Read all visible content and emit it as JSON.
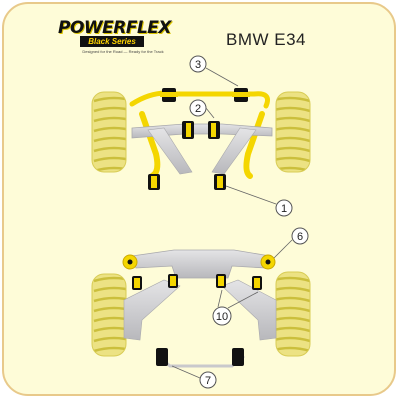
{
  "brand": {
    "name": "POWERFLEX",
    "subline": "Black Series",
    "tagline": "Designed for the Road — Ready for the Track"
  },
  "model": "BMW E34",
  "callouts": [
    {
      "id": "c3",
      "label": "3"
    },
    {
      "id": "c2",
      "label": "2"
    },
    {
      "id": "c1",
      "label": "1"
    },
    {
      "id": "c6",
      "label": "6"
    },
    {
      "id": "c10",
      "label": "10"
    },
    {
      "id": "c7",
      "label": "7"
    }
  ],
  "colors": {
    "background": "#fefcd8",
    "border": "#e8c98a",
    "tyre": "#e9e088",
    "bush_yellow": "#f4d600",
    "bush_black": "#111111",
    "subframe_grey": "#c9c9cc"
  }
}
